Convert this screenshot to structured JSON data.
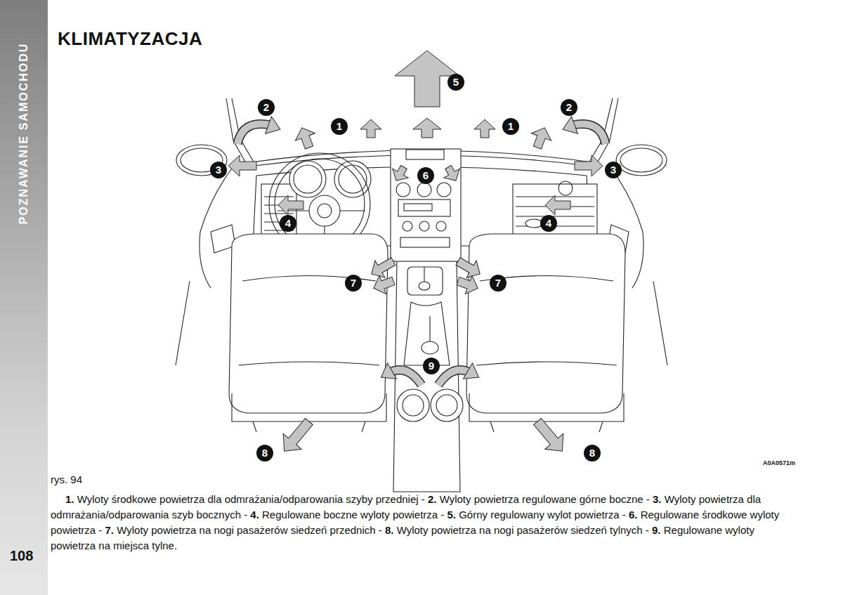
{
  "diagram": {
    "title": "KLIMATYZACJA",
    "caption": "1. Wyloty środkowe powietrza dla odmrażania/odparowania szyby przedniej - 2. Wyloty powietrza regulowane górne boczne - 3. Wyloty powietrza dla odmrażania/odparowania szyb bocznych - 4. Regulowane boczne wyloty powietrza - 5. Górny regulowany wylot powietrza - 6. Regulowane środkowe wyloty powietrza - 7. Wyloty powietrza na nogi pasażerów siedzeń przednich - 8. Wyloty powietrza na nogi pasażerów siedzeń tylnych - 9. Regulowane wyloty powietrza na miejsca tylne.",
    "labels": [
      "POZNAWANIE SAMOCHODU",
      "5",
      "2",
      "2",
      "1",
      "1",
      "3",
      "6",
      "3",
      "4",
      "4",
      "7",
      "7",
      "9",
      "8",
      "8",
      "A0A0571m",
      "rys. 94",
      "108"
    ]
  }
}
